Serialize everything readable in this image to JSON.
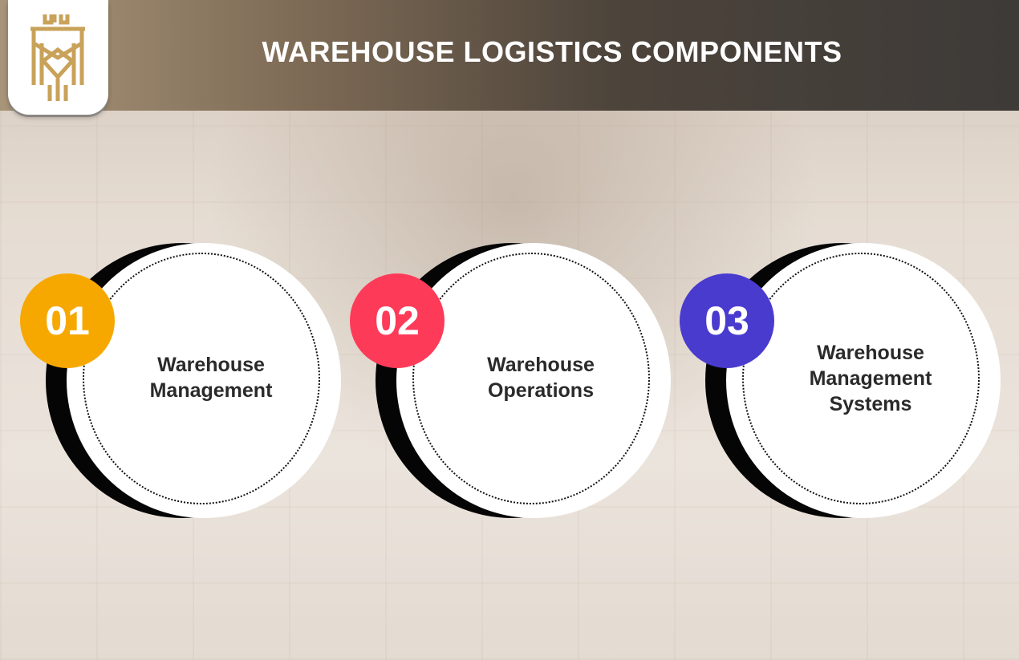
{
  "header": {
    "title": "WAREHOUSE LOGISTICS COMPONENTS",
    "logo_icon": "gold-crown-monogram-logo"
  },
  "colors": {
    "logo_gold": "#c9a25a",
    "badge_01": "#f7a800",
    "badge_02": "#fe3a59",
    "badge_03": "#4a3bcf"
  },
  "components": [
    {
      "number": "01",
      "label_lines": [
        "Warehouse",
        "Management"
      ]
    },
    {
      "number": "02",
      "label_lines": [
        "Warehouse",
        "Operations"
      ]
    },
    {
      "number": "03",
      "label_lines": [
        "Warehouse",
        "Management",
        "Systems"
      ]
    }
  ]
}
